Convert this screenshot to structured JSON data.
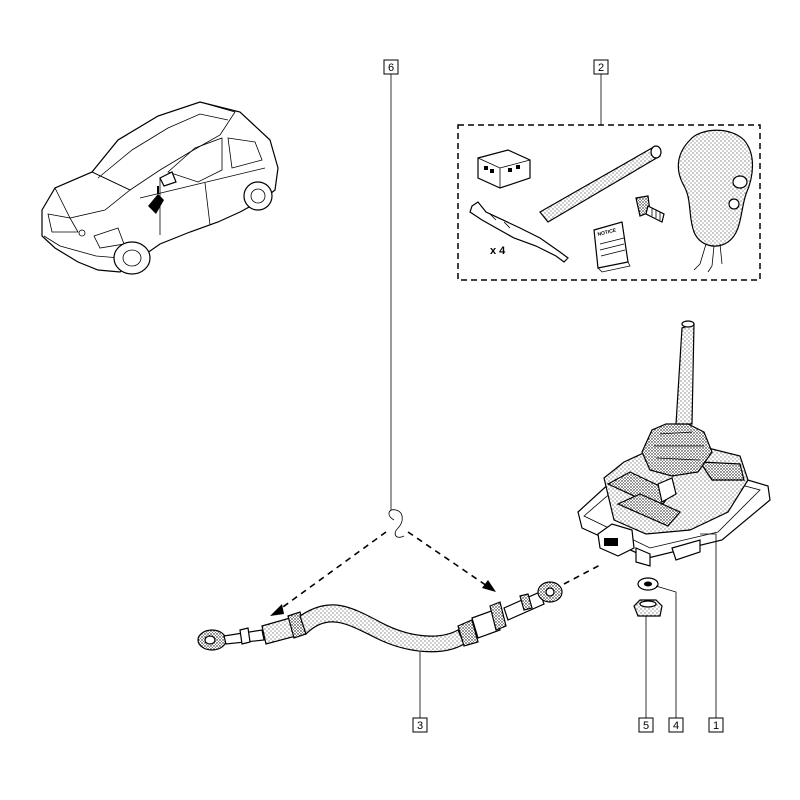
{
  "callouts": [
    {
      "id": "1",
      "label": "1"
    },
    {
      "id": "2",
      "label": "2"
    },
    {
      "id": "3",
      "label": "3"
    },
    {
      "id": "4",
      "label": "4"
    },
    {
      "id": "5",
      "label": "5"
    },
    {
      "id": "6",
      "label": "6"
    }
  ],
  "kit": {
    "quantity_label": "x 4",
    "notice_label": "NOTICE"
  }
}
